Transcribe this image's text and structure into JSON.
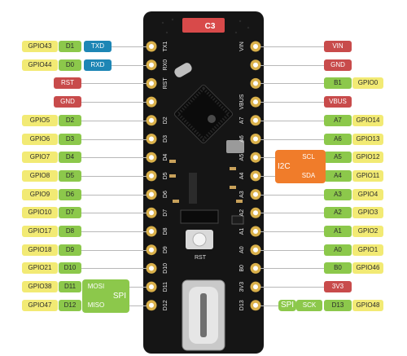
{
  "board": {
    "silk_left": [
      "TX1",
      "RX0",
      "RST",
      "",
      "D2",
      "D3",
      "D4",
      "D5",
      "D6",
      "D7",
      "D8",
      "D9",
      "D10",
      "D11",
      "D12"
    ],
    "silk_right": [
      "VIN",
      "",
      "",
      "VBUS",
      "A7",
      "A6",
      "A5",
      "A4",
      "A3",
      "A2",
      "A1",
      "A0",
      "B0",
      "3V3",
      "D13"
    ],
    "top_badge": "C3",
    "rst_label": "RST"
  },
  "left_rows": [
    {
      "gpio": "GPIO43",
      "pin": "D1",
      "fn": "TXD"
    },
    {
      "gpio": "GPIO44",
      "pin": "D0",
      "fn": "RXD"
    },
    {
      "power": "RST"
    },
    {
      "power": "GND"
    },
    {
      "gpio": "GPIO5",
      "pin": "D2"
    },
    {
      "gpio": "GPIO6",
      "pin": "D3"
    },
    {
      "gpio": "GPIO7",
      "pin": "D4"
    },
    {
      "gpio": "GPIO8",
      "pin": "D5"
    },
    {
      "gpio": "GPIO9",
      "pin": "D6"
    },
    {
      "gpio": "GPIO10",
      "pin": "D7"
    },
    {
      "gpio": "GPIO17",
      "pin": "D8"
    },
    {
      "gpio": "GPIO18",
      "pin": "D9"
    },
    {
      "gpio": "GPIO21",
      "pin": "D10"
    },
    {
      "gpio": "GPIO38",
      "pin": "D11",
      "spi": "MOSI"
    },
    {
      "gpio": "GPIO47",
      "pin": "D12",
      "spi": "MISO"
    }
  ],
  "right_rows": [
    {
      "power": "VIN"
    },
    {
      "power": "GND"
    },
    {
      "pin": "B1",
      "gpio": "GPIO0"
    },
    {
      "power": "VBUS"
    },
    {
      "pin": "A7",
      "gpio": "GPIO14"
    },
    {
      "pin": "A6",
      "gpio": "GPIO13"
    },
    {
      "pin": "A5",
      "gpio": "GPIO12",
      "i2c": "SCL"
    },
    {
      "pin": "A4",
      "gpio": "GPIO11",
      "i2c": "SDA"
    },
    {
      "pin": "A3",
      "gpio": "GPIO4"
    },
    {
      "pin": "A2",
      "gpio": "GPIO3"
    },
    {
      "pin": "A1",
      "gpio": "GPIO2"
    },
    {
      "pin": "A0",
      "gpio": "GPIO1"
    },
    {
      "pin": "B0",
      "gpio": "GPIO46"
    },
    {
      "power": "3V3"
    },
    {
      "pin": "D13",
      "gpio": "GPIO48",
      "spi": "SCK"
    }
  ],
  "groups": {
    "spi_left": "SPI",
    "i2c": "I2C",
    "spi_right": "SPI"
  },
  "colors": {
    "gpio": "#f2ea74",
    "pin": "#8cc84b",
    "power": "#c84b4b",
    "uart": "#1d86b5",
    "i2c": "#f07c2a",
    "spi": "#8cc84b",
    "board": "#141414"
  }
}
